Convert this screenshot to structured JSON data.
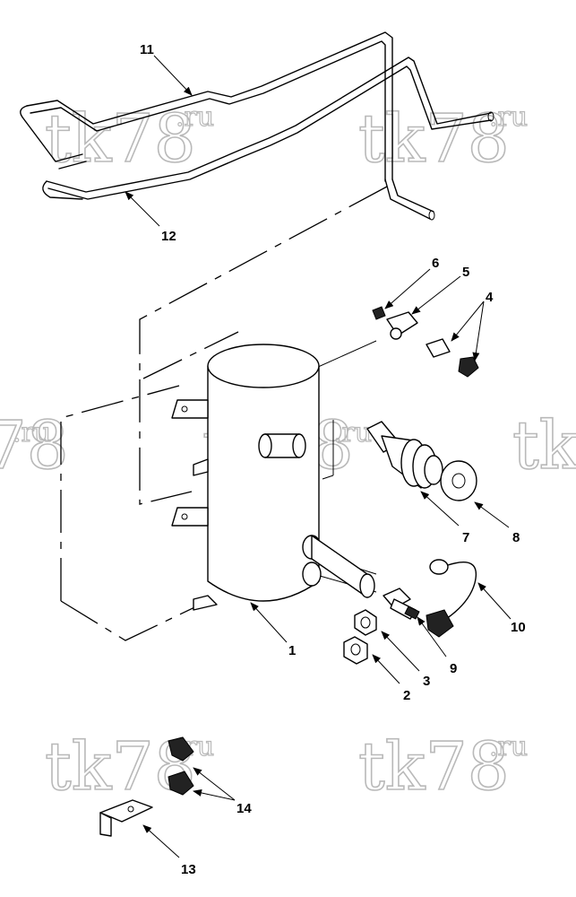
{
  "diagram": {
    "watermark": {
      "main": "tk78",
      "suffix": ".ru"
    },
    "callouts": [
      {
        "id": "c1",
        "label": "1"
      },
      {
        "id": "c2",
        "label": "2"
      },
      {
        "id": "c3",
        "label": "3"
      },
      {
        "id": "c4",
        "label": "4"
      },
      {
        "id": "c5",
        "label": "5"
      },
      {
        "id": "c6",
        "label": "6"
      },
      {
        "id": "c7",
        "label": "7"
      },
      {
        "id": "c8",
        "label": "8"
      },
      {
        "id": "c9",
        "label": "9"
      },
      {
        "id": "c10",
        "label": "10"
      },
      {
        "id": "c11",
        "label": "11"
      },
      {
        "id": "c12",
        "label": "12"
      },
      {
        "id": "c13",
        "label": "13"
      },
      {
        "id": "c14",
        "label": "14"
      }
    ]
  }
}
